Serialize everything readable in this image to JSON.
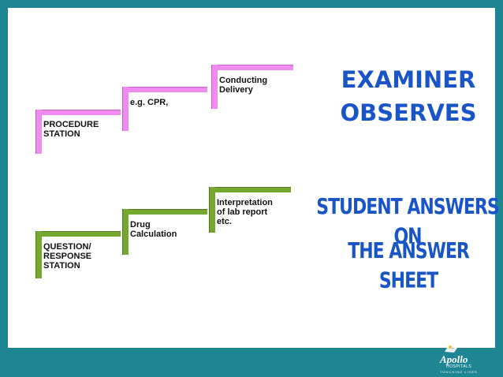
{
  "procedure": {
    "station": "PROCEDURE\nSTATION",
    "step2": "e.g. CPR,",
    "step3": "Conducting\nDelivery"
  },
  "question": {
    "station": "QUESTION/\nRESPONSE\nSTATION",
    "step2": "Drug\nCalculation",
    "step3": "Interpretation\nof lab report\netc."
  },
  "right": {
    "examiner_line1": "EXAMINER",
    "examiner_line2": "OBSERVES",
    "student_line1": "STUDENT ANSWERS ON",
    "student_line2": "THE ANSWER SHEET"
  },
  "logo": {
    "name": "Apollo",
    "sub": "HOSPITALS",
    "tagline": "TOUCHING LIVES"
  },
  "colors": {
    "teal_frame": "#1e8593",
    "procedure_accent": "#f08cf0",
    "question_accent": "#74a82e",
    "headline_blue": "#1a55c8"
  }
}
